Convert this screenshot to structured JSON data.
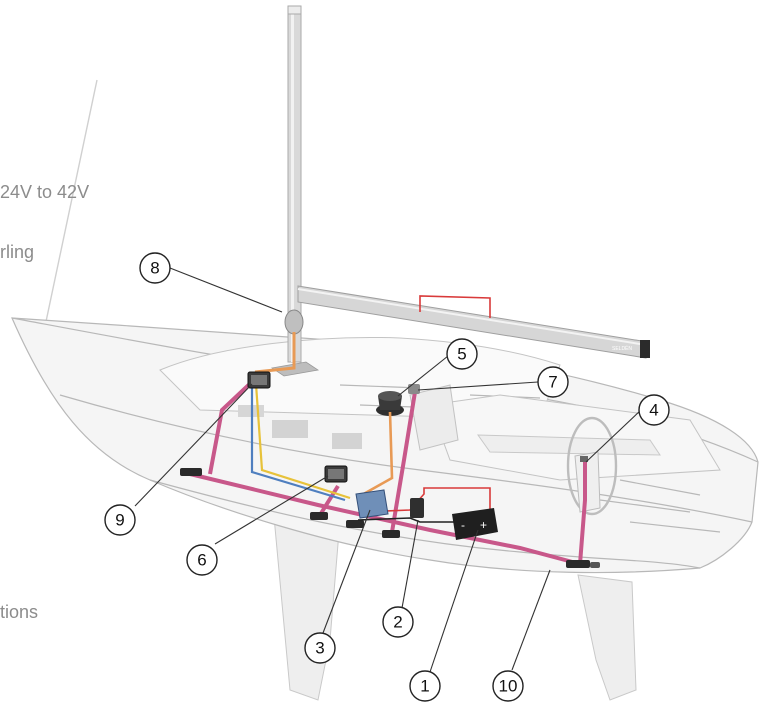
{
  "text_fragments": [
    {
      "id": "frag-24v",
      "text": "24V to 42V"
    },
    {
      "id": "frag-rling",
      "text": "rling"
    },
    {
      "id": "frag-tions",
      "text": "tions"
    }
  ],
  "callouts": [
    {
      "id": "1",
      "label": "1"
    },
    {
      "id": "2",
      "label": "2"
    },
    {
      "id": "3",
      "label": "3"
    },
    {
      "id": "4",
      "label": "4"
    },
    {
      "id": "5",
      "label": "5"
    },
    {
      "id": "6",
      "label": "6"
    },
    {
      "id": "7",
      "label": "7"
    },
    {
      "id": "8",
      "label": "8"
    },
    {
      "id": "9",
      "label": "9"
    },
    {
      "id": "10",
      "label": "10"
    }
  ],
  "boom_logo": "SELDÉN",
  "colors": {
    "backbone_cable": "#c8588a",
    "power_cable_red": "#d93a3a",
    "signal_cable_orange": "#e89a55",
    "signal_cable_yellow": "#e7c23a",
    "signal_cable_blue": "#4f7fbf",
    "hull_outline": "#b8b8b8",
    "mast": "#d4d4d4"
  }
}
